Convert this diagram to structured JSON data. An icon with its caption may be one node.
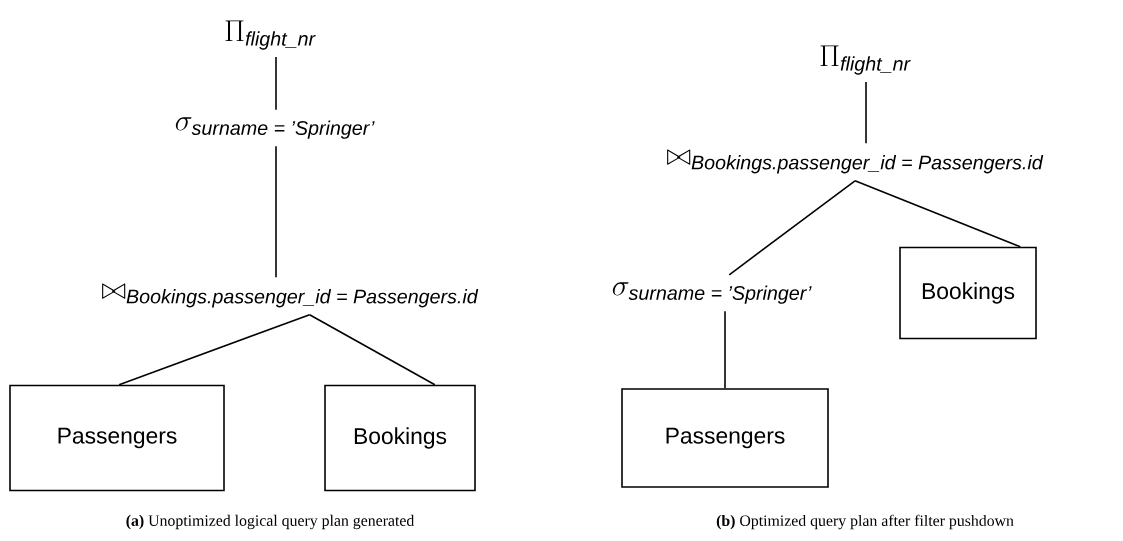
{
  "diagram": {
    "nodes": [
      {
        "text": [
          "\\Pi_{\\textit{flight\\_nr}}"
        ]
      },
      {
        "text": [
          "\\sigma_{\\textit{surname = 'Springer'}}"
        ]
      },
      {
        "text": [
          "\\bowtie_{\\textit{Bookings.passenger\\_id = Passengers.id}}"
        ]
      },
      {
        "text": [
          "Passengers"
        ]
      },
      {
        "text": [
          "Bookings"
        ]
      },
      {
        "text": [
          "\\Pi_{\\textit{flight\\_nr}}"
        ]
      },
      {
        "text": [
          "\\bowtie_{\\textit{Bookings.passenger\\_id = Passengers.id}}"
        ]
      },
      {
        "text": [
          "\\sigma_{\\textit{surname = 'Springer'}}"
        ]
      },
      {
        "text": [
          "Bookings"
        ]
      },
      {
        "text": [
          "Passengers"
        ]
      }
    ],
    "edges": [
      {
        "from": 0,
        "to": 1,
        "arrow": "none"
      },
      {
        "from": 1,
        "to": 2,
        "arrow": "none"
      },
      {
        "from": 2,
        "to": 3,
        "arrow": "none"
      },
      {
        "from": 2,
        "to": 4,
        "arrow": "none"
      },
      {
        "from": 5,
        "to": 6,
        "arrow": "none"
      },
      {
        "from": 6,
        "to": 7,
        "arrow": "none"
      },
      {
        "from": 6,
        "to": 8,
        "arrow": "none"
      },
      {
        "from": 7,
        "to": 9,
        "arrow": "none"
      }
    ],
    "labels": [
      "**(a)** Unoptimized logical query plan generated",
      "**(b)** Optimized query plan after filter pushdown"
    ]
  }
}
